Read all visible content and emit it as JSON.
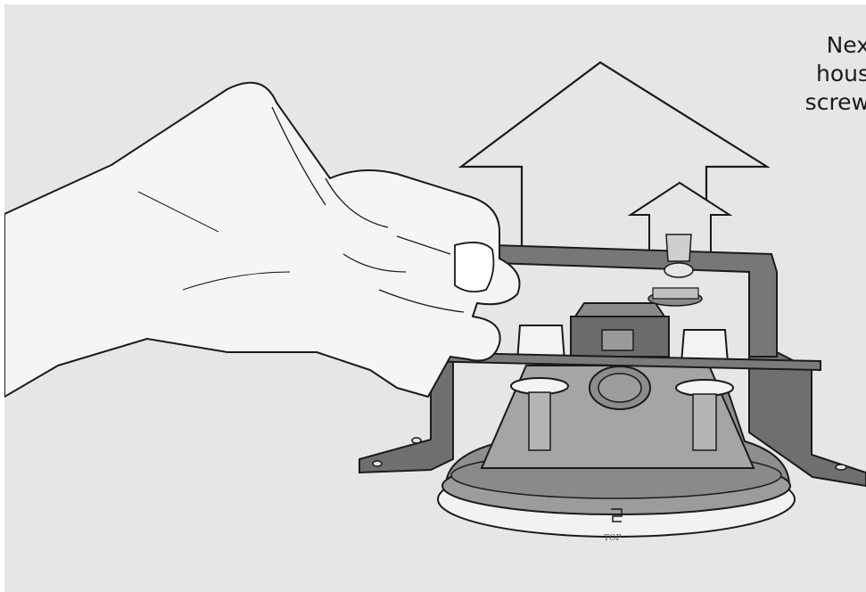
{
  "caption": {
    "line1": "Nex",
    "line2": "hous",
    "line3": "screw"
  },
  "light": {
    "label": "TOP"
  },
  "colors": {
    "background": "#e6e6e6",
    "outline": "#1a1a1a",
    "bracket": "#7a7a7a",
    "housing": "#8e8e8e",
    "lens": "#f4f4f4"
  }
}
